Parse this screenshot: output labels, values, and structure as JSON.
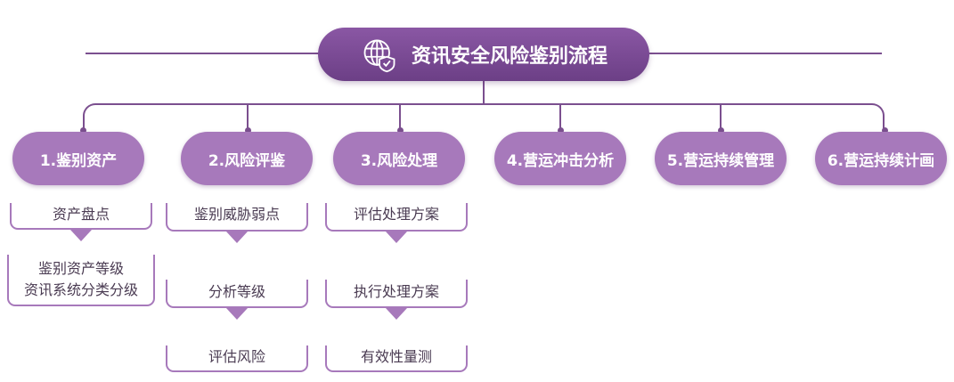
{
  "title": "资讯安全风险鉴别流程",
  "icon": "globe-shield-icon",
  "colors": {
    "title_bg": "#7a4a94",
    "step_bg": "#a779bb",
    "line": "#7b4f8f",
    "text": "#4a3b52"
  },
  "steps": [
    {
      "label": "1.鉴别资产",
      "subs": [
        "资产盘点",
        "鉴别资产等级\n资讯系统分类分级"
      ]
    },
    {
      "label": "2.风险评鉴",
      "subs": [
        "鉴别威胁弱点",
        "分析等级",
        "评估风险"
      ]
    },
    {
      "label": "3.风险处理",
      "subs": [
        "评估处理方案",
        "执行处理方案",
        "有效性量测"
      ]
    },
    {
      "label": "4.营运冲击分析",
      "subs": []
    },
    {
      "label": "5.营运持续管理",
      "subs": []
    },
    {
      "label": "6.营运持续计画",
      "subs": []
    }
  ]
}
